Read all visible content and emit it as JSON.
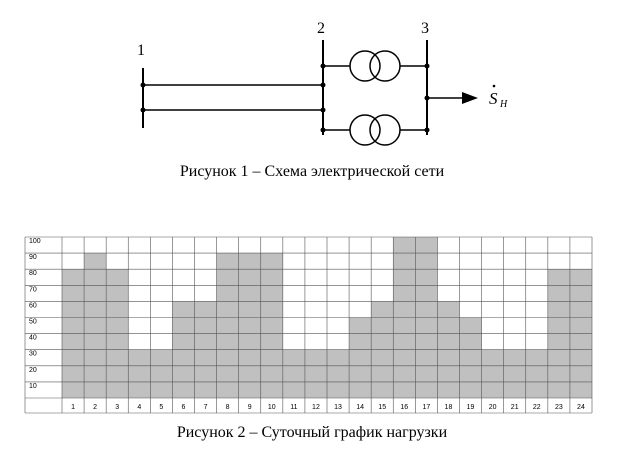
{
  "figure1": {
    "node_labels": [
      "1",
      "2",
      "3"
    ],
    "load_symbol": "S",
    "load_subscript": "H",
    "caption": "Рисунок 1 – Схема электрической сети"
  },
  "figure2": {
    "caption": "Рисунок 2 – Суточный график нагрузки"
  },
  "chart_data": {
    "type": "bar",
    "title": "",
    "categories": [
      "1",
      "2",
      "3",
      "4",
      "5",
      "6",
      "7",
      "8",
      "9",
      "10",
      "11",
      "12",
      "13",
      "14",
      "15",
      "16",
      "17",
      "18",
      "19",
      "20",
      "21",
      "22",
      "23",
      "24"
    ],
    "values": [
      80,
      90,
      80,
      30,
      30,
      60,
      60,
      90,
      90,
      90,
      30,
      30,
      30,
      50,
      60,
      100,
      100,
      60,
      50,
      30,
      30,
      30,
      80,
      80
    ],
    "y_ticks": [
      "10",
      "20",
      "30",
      "40",
      "50",
      "60",
      "70",
      "80",
      "90",
      "100"
    ],
    "ylim": [
      0,
      100
    ],
    "grid": true,
    "bar_color": "#c0c0c0"
  }
}
